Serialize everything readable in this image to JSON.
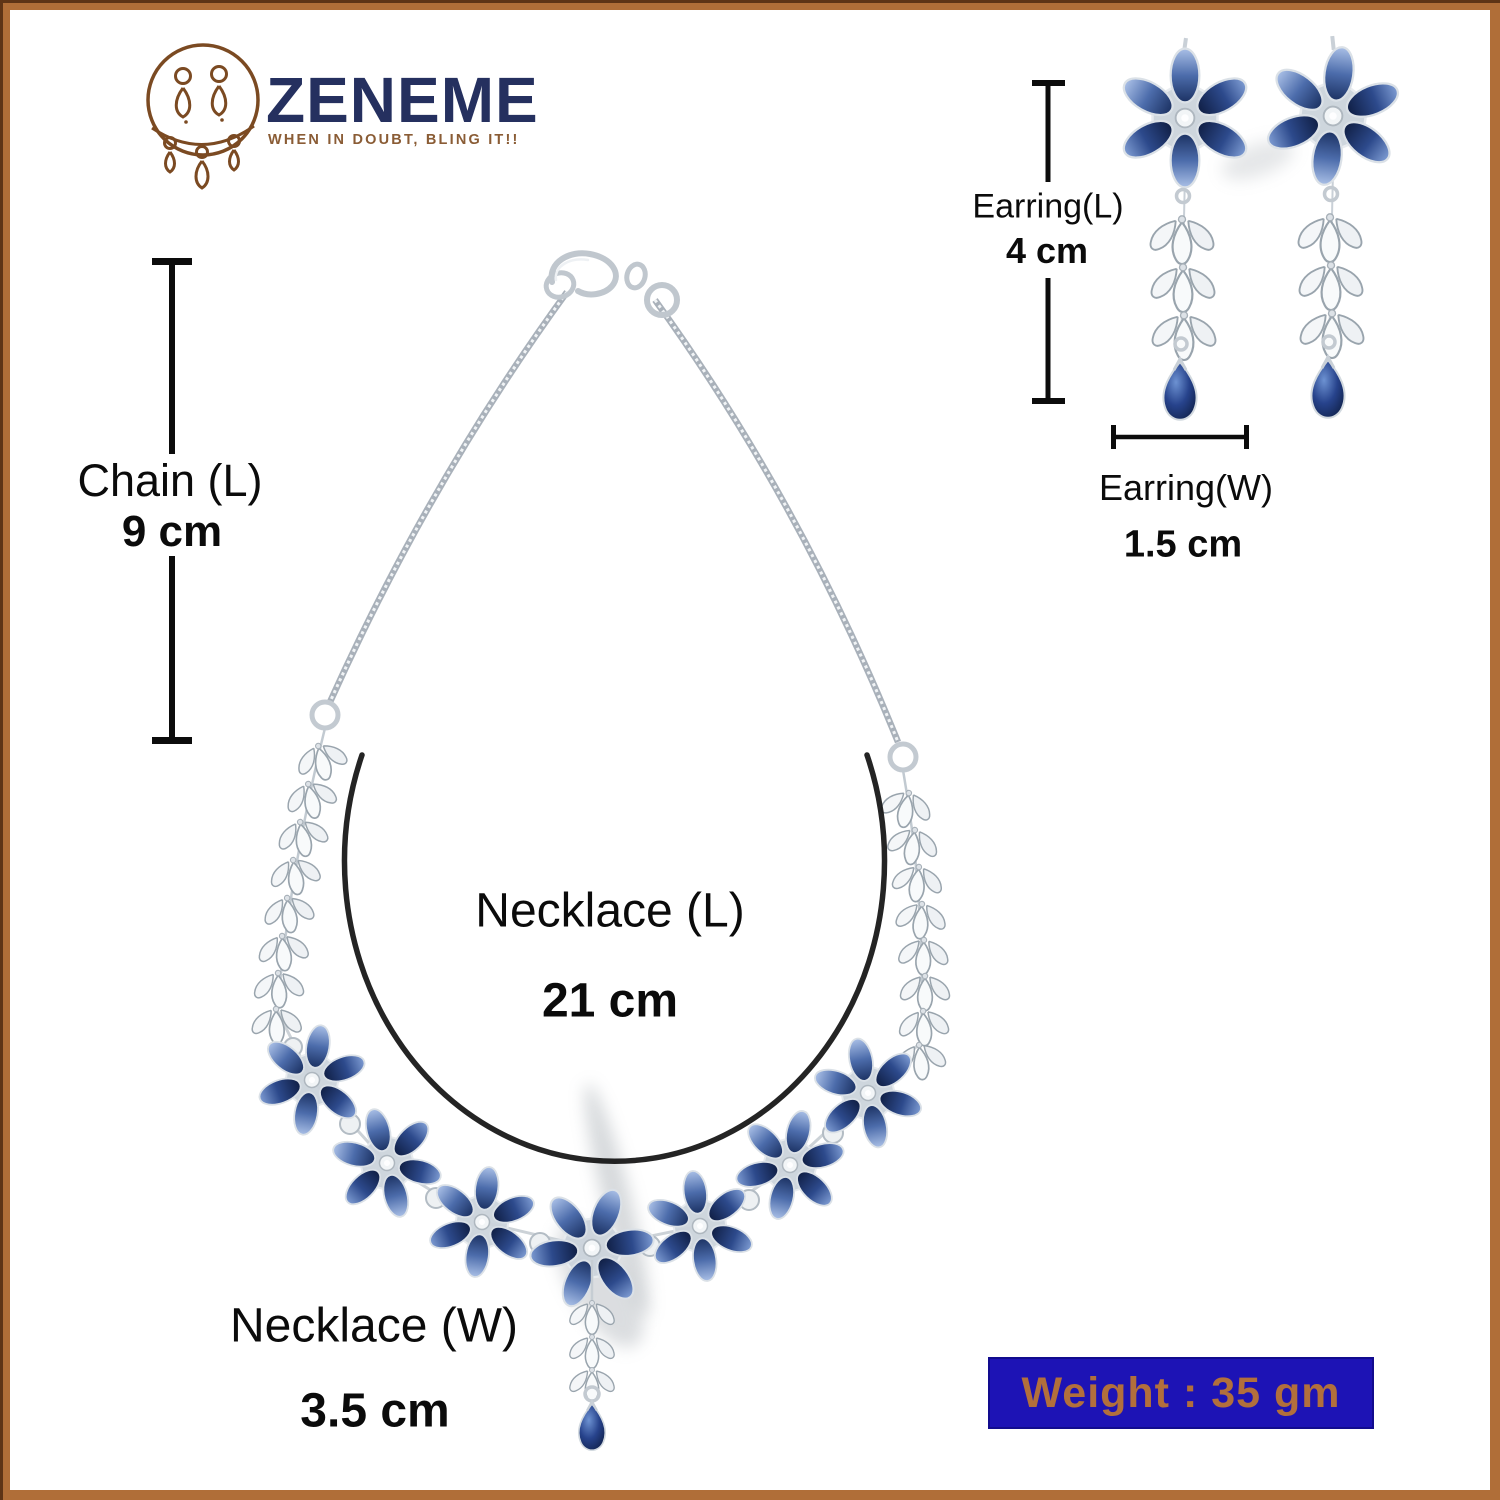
{
  "brand": {
    "name": "ZENEME",
    "tagline": "WHEN IN DOUBT, BLING IT!!"
  },
  "measurements": {
    "chain_length": {
      "label": "Chain (L)",
      "value": "9 cm"
    },
    "necklace_length": {
      "label": "Necklace (L)",
      "value": "21 cm"
    },
    "necklace_width": {
      "label": "Necklace (W)",
      "value": "3.5 cm"
    },
    "earring_length": {
      "label": "Earring(L)",
      "value": "4 cm"
    },
    "earring_width": {
      "label": "Earring(W)",
      "value": "1.5 cm"
    }
  },
  "weight_badge": {
    "text": "Weight : 35 gm",
    "bg_color": "#1d13b5",
    "text_color": "#b26f3c"
  },
  "colors": {
    "frame_border": "#b06e38",
    "gem_navy": "#1c2f63",
    "gem_silver": "#ccd4dc",
    "brand_navy": "#25305f",
    "brand_brown": "#7b4a22",
    "measure_line": "#0c0c0c"
  }
}
